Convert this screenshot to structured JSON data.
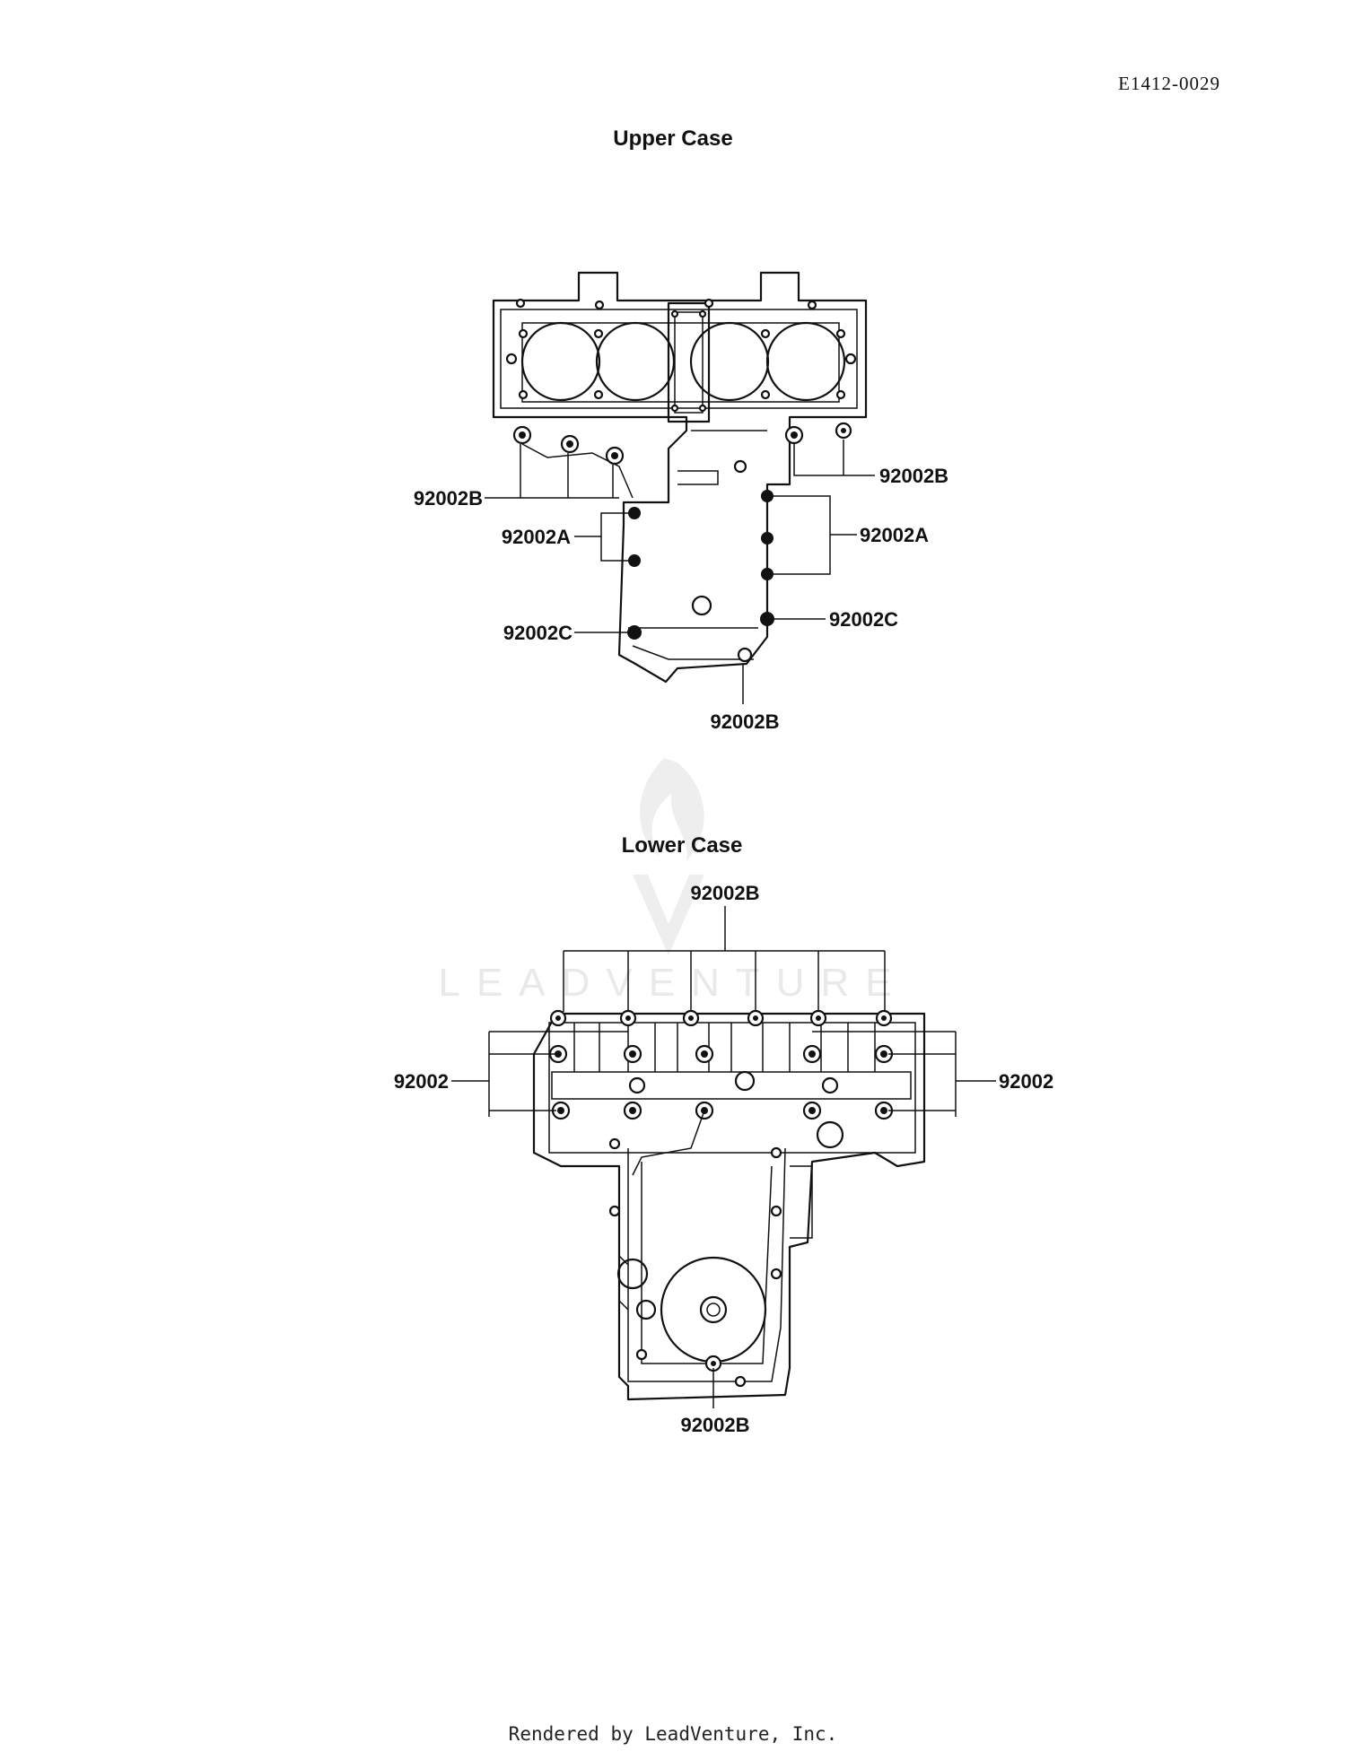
{
  "header": {
    "reference": "E1412-0029"
  },
  "upper_case": {
    "title": "Upper Case",
    "callouts": [
      "92002B",
      "92002B",
      "92002A",
      "92002A",
      "92002C",
      "92002C",
      "92002B"
    ]
  },
  "lower_case": {
    "title": "Lower Case",
    "callouts": [
      "92002B",
      "92002",
      "92002",
      "92002B"
    ]
  },
  "watermark": {
    "text": "LEADVENTURE"
  },
  "footer": {
    "text": "Rendered by LeadVenture, Inc."
  }
}
